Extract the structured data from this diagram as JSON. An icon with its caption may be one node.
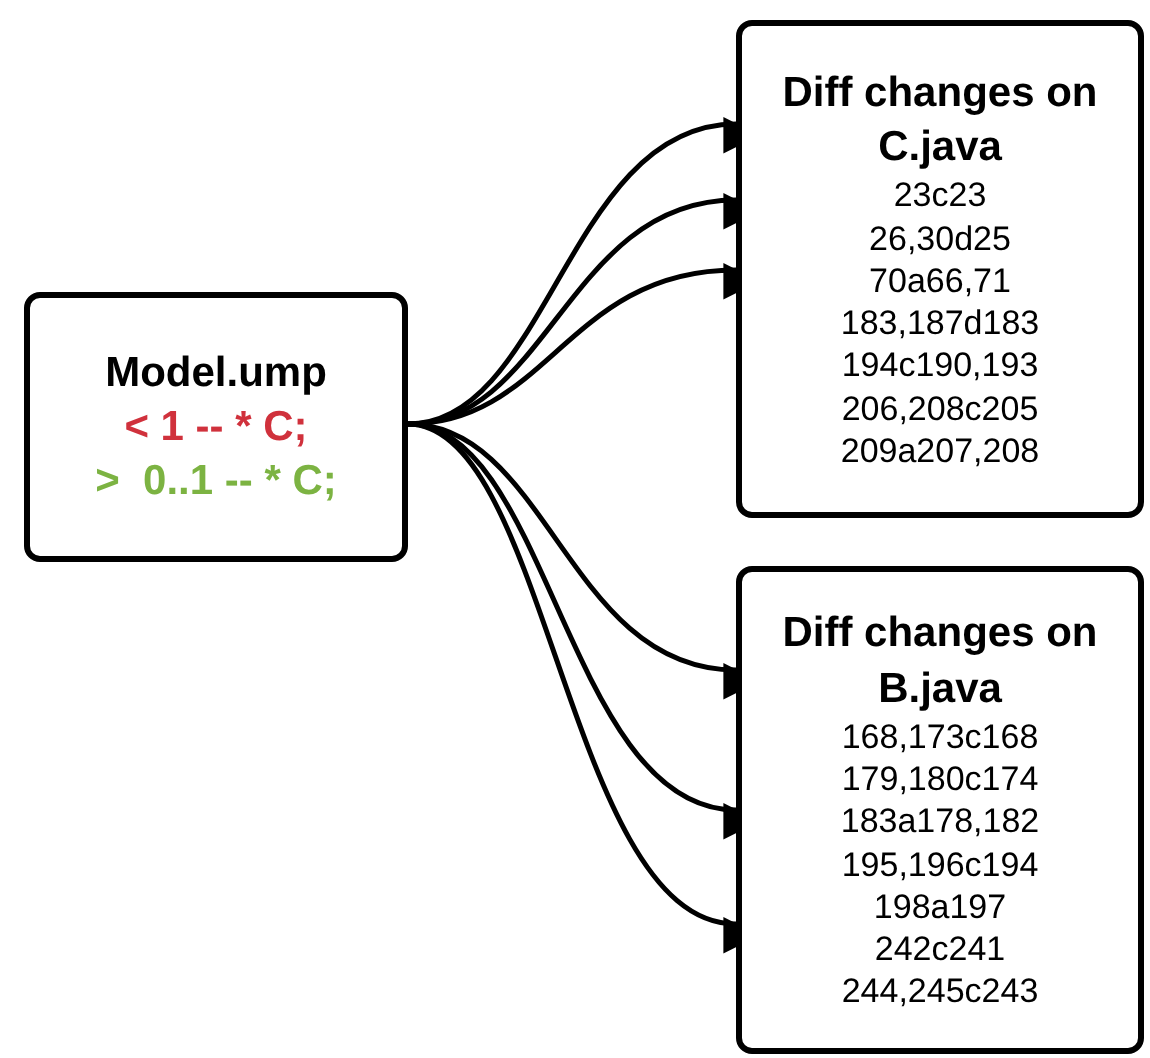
{
  "diagram": {
    "nodes": [
      {
        "text": [
          "Model.ump",
          "< 1 -- * C;",
          ">  0..1 -- * C;"
        ]
      },
      {
        "text": [
          "Diff changes on C.java",
          "23c23",
          "26,30d25",
          "70a66,71",
          "183,187d183",
          "194c190,193",
          "206,208c205",
          "209a207,208"
        ]
      },
      {
        "text": [
          "Diff changes on B.java",
          "168,173c168",
          "179,180c174",
          "183a178,182",
          "195,196c194",
          "198a197",
          "242c241",
          "244,245c243"
        ]
      }
    ],
    "edges": [
      {
        "from": 0,
        "to": 1,
        "arrow": "to"
      },
      {
        "from": 0,
        "to": 1,
        "arrow": "to"
      },
      {
        "from": 0,
        "to": 1,
        "arrow": "to"
      },
      {
        "from": 0,
        "to": 2,
        "arrow": "to"
      },
      {
        "from": 0,
        "to": 2,
        "arrow": "to"
      },
      {
        "from": 0,
        "to": 2,
        "arrow": "to"
      }
    ]
  }
}
